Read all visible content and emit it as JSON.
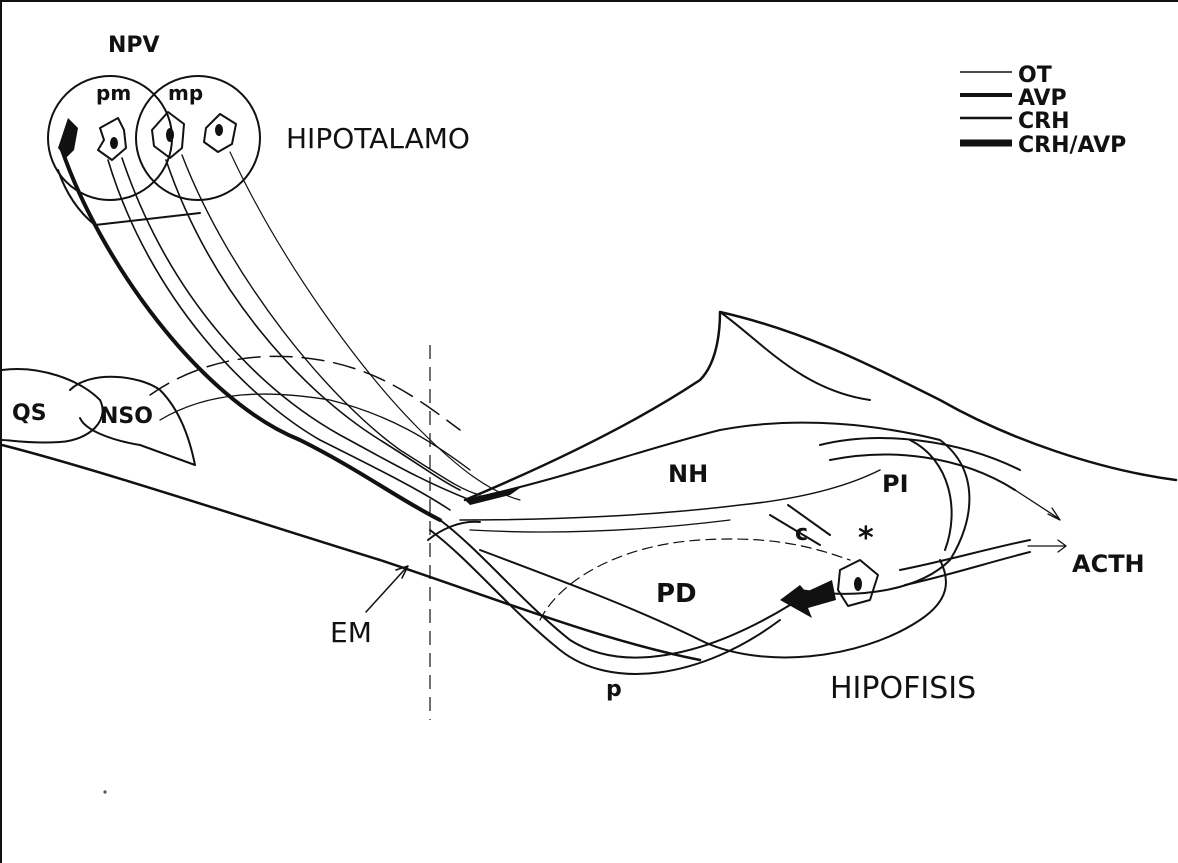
{
  "legend": {
    "items": [
      {
        "label": "OT",
        "style": "thin"
      },
      {
        "label": "AVP",
        "style": "thick"
      },
      {
        "label": "CRH",
        "style": "medium"
      },
      {
        "label": "CRH/AVP",
        "style": "heavy"
      }
    ]
  },
  "labels": {
    "npv": "NPV",
    "pm": "pm",
    "mp": "mp",
    "hipotalamo": "HIPOTALAMO",
    "qs": "QS",
    "nso": "NSO",
    "nh": "NH",
    "pi": "PI",
    "c": "c",
    "asterisk": "*",
    "pd": "PD",
    "em": "EM",
    "p": "p",
    "acth": "ACTH",
    "hipofisis": "HIPOFISIS"
  },
  "colors": {
    "ink": "#111111",
    "paper": "#ffffff"
  }
}
